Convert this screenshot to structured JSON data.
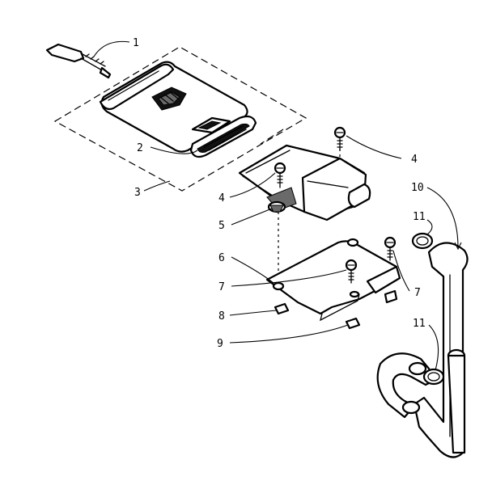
{
  "callouts": [
    {
      "id": "c1",
      "text": "1"
    },
    {
      "id": "c2",
      "text": "2"
    },
    {
      "id": "c3",
      "text": "3"
    },
    {
      "id": "c4a",
      "text": "4"
    },
    {
      "id": "c4b",
      "text": "4"
    },
    {
      "id": "c5",
      "text": "5"
    },
    {
      "id": "c6",
      "text": "6"
    },
    {
      "id": "c7a",
      "text": "7"
    },
    {
      "id": "c7b",
      "text": "7"
    },
    {
      "id": "c8",
      "text": "8"
    },
    {
      "id": "c9",
      "text": "9"
    },
    {
      "id": "c10",
      "text": "10"
    },
    {
      "id": "c11a",
      "text": "11"
    },
    {
      "id": "c11b",
      "text": "11"
    }
  ]
}
